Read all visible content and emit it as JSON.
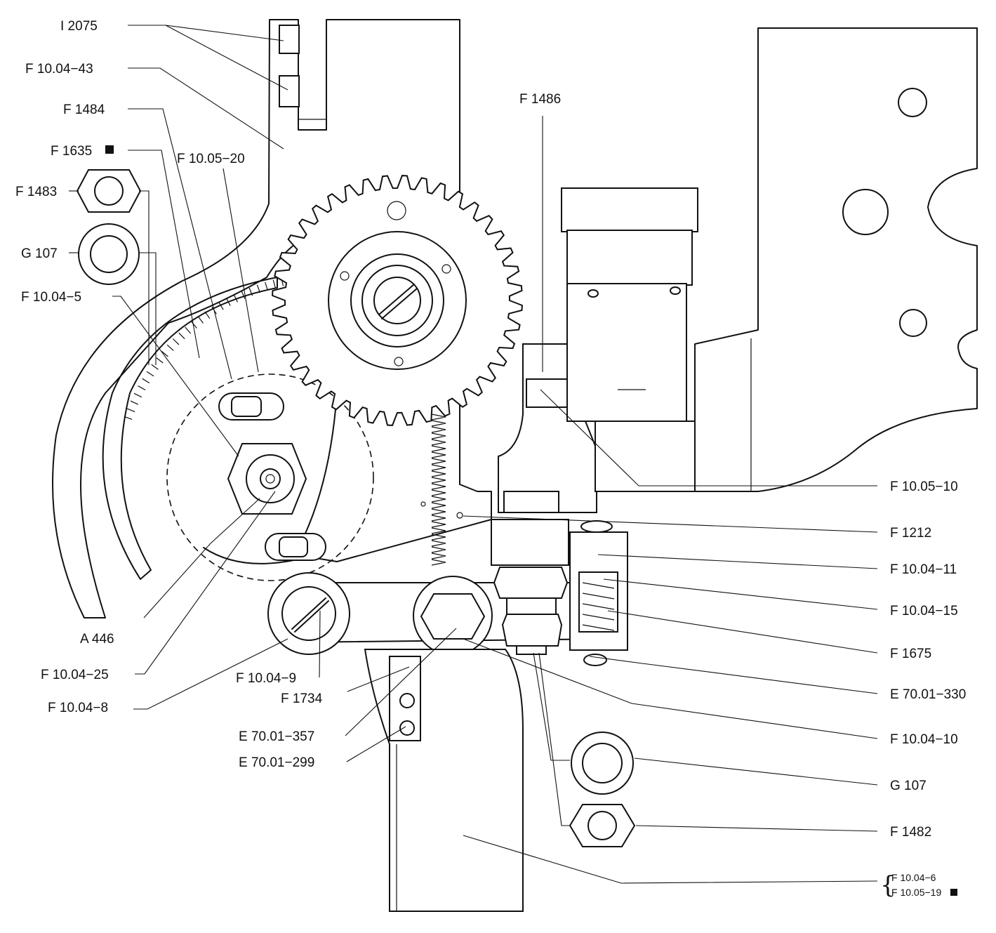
{
  "labels": {
    "i_2075": "I 2075",
    "f_10_04_43": "F 10.04−43",
    "f_1484": "F 1484",
    "f_1635": "F 1635",
    "f_10_05_20": "F 10.05−20",
    "f_1483": "F 1483",
    "g_107_left": "G 107",
    "f_10_04_5": "F 10.04−5",
    "a_446": "A 446",
    "f_10_04_25": "F 10.04−25",
    "f_10_04_8": "F 10.04−8",
    "f_10_04_9": "F 10.04−9",
    "f_1734": "F 1734",
    "e_70_01_357": "E 70.01−357",
    "e_70_01_299": "E 70.01−299",
    "f_1486": "F 1486",
    "f_10_05_10": "F 10.05−10",
    "f_1212": "F 1212",
    "f_10_04_11": "F 10.04−11",
    "f_10_04_15": "F 10.04−15",
    "f_1675": "F 1675",
    "e_70_01_330": "E 70.01−330",
    "f_10_04_10": "F 10.04−10",
    "g_107_right": "G 107",
    "f_1482": "F 1482",
    "f_10_04_6": "F 10.04−6",
    "f_10_05_19": "F 10.05−19"
  },
  "colors": {
    "ink": "#111111",
    "paper": "#ffffff"
  },
  "icons": {
    "marker": "black-square-icon",
    "brace": "left-brace"
  }
}
